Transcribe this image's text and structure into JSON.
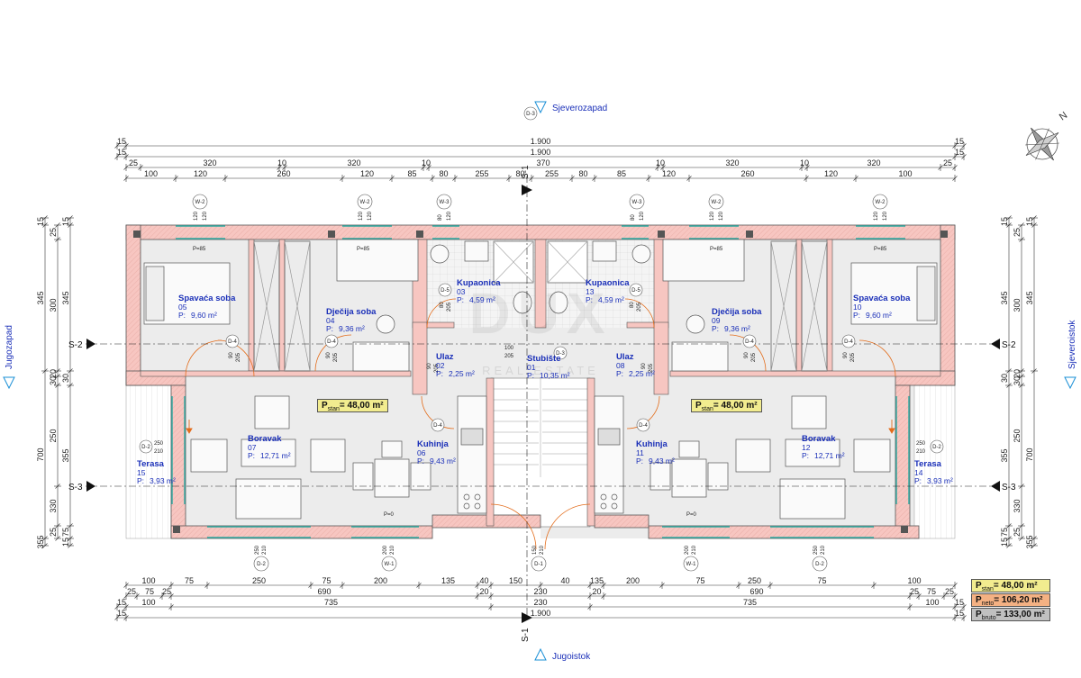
{
  "orientation": {
    "north_label": "Sjeverozapad",
    "south_label": "Jugoistok",
    "west_label": "Jugozapad",
    "east_label": "Sjeveroistok",
    "compass_letter": "N"
  },
  "axes": {
    "s1": "S-1",
    "s2": "S-2",
    "s3": "S-3"
  },
  "top_dimensions": {
    "row1": [
      "15",
      "1.900",
      "15"
    ],
    "row2": [
      "15",
      "1.900",
      "15"
    ],
    "row3": [
      "25",
      "320",
      "10",
      "320",
      "10",
      "370",
      "10",
      "320",
      "10",
      "320",
      "25"
    ],
    "row4": [
      "100",
      "120",
      "260",
      "120",
      "85",
      "80",
      "255",
      "80",
      "255",
      "80",
      "85",
      "120",
      "260",
      "120",
      "100"
    ]
  },
  "bottom_dimensions": {
    "row1": [
      "100",
      "75",
      "250",
      "75",
      "200",
      "135",
      "40",
      "150",
      "40",
      "135",
      "200",
      "75",
      "250",
      "75",
      "100"
    ],
    "row2": [
      "25",
      "75",
      "25",
      "690",
      "20",
      "230",
      "20",
      "690",
      "25",
      "75",
      "25"
    ],
    "row3": [
      "15",
      "100",
      "735",
      "230",
      "735",
      "100",
      "15"
    ],
    "row4": [
      "15",
      "1.900",
      "15"
    ]
  },
  "side_dimensions": {
    "left_outer": [
      "15",
      "345",
      "700",
      "355",
      "15"
    ],
    "left_mid": [
      "25",
      "300",
      "20",
      "30",
      "250",
      "330",
      "25"
    ],
    "left_inner": [
      "15",
      "345",
      "30",
      "355",
      "75",
      "15"
    ],
    "right_outer": [
      "15",
      "345",
      "700",
      "355",
      "15"
    ],
    "right_mid": [
      "25",
      "300",
      "20",
      "30",
      "250",
      "330",
      "25"
    ],
    "right_inner": [
      "15",
      "345",
      "30",
      "355",
      "75",
      "15"
    ]
  },
  "rooms": {
    "left": [
      {
        "name": "Spavaća soba",
        "num": "05",
        "area": "9,60 m²",
        "plabel": "P:"
      },
      {
        "name": "Dječija soba",
        "num": "04",
        "area": "9,36 m²",
        "plabel": "P:"
      },
      {
        "name": "Kupaonica",
        "num": "03",
        "area": "4,59 m²",
        "plabel": "P:"
      },
      {
        "name": "Ulaz",
        "num": "02",
        "area": "2,25 m²",
        "plabel": "P:"
      },
      {
        "name": "Boravak",
        "num": "07",
        "area": "12,71 m²",
        "plabel": "P:"
      },
      {
        "name": "Kuhinja",
        "num": "06",
        "area": "9,43 m²",
        "plabel": "P:"
      },
      {
        "name": "Terasa",
        "num": "15",
        "area": "3,93 m²",
        "plabel": "P:"
      }
    ],
    "right": [
      {
        "name": "Kupaonica",
        "num": "13",
        "area": "4,59 m²",
        "plabel": "P:"
      },
      {
        "name": "Dječija soba",
        "num": "09",
        "area": "9,36 m²",
        "plabel": "P:"
      },
      {
        "name": "Spavaća soba",
        "num": "10",
        "area": "9,60 m²",
        "plabel": "P:"
      },
      {
        "name": "Ulaz",
        "num": "08",
        "area": "2,25 m²",
        "plabel": "P:"
      },
      {
        "name": "Kuhinja",
        "num": "11",
        "area": "9,43 m²",
        "plabel": "P:"
      },
      {
        "name": "Boravak",
        "num": "12",
        "area": "12,71 m²",
        "plabel": "P:"
      },
      {
        "name": "Terasa",
        "num": "14",
        "area": "3,93 m²",
        "plabel": "P:"
      }
    ],
    "stair": {
      "name": "Stubište",
      "num": "01",
      "area": "10,35 m²",
      "plabel": "P:"
    }
  },
  "unit_area_label": {
    "left": {
      "p": "P",
      "sub": "stan",
      "value": "= 48,00 m²"
    },
    "right": {
      "p": "P",
      "sub": "stan",
      "value": "= 48,00 m²"
    }
  },
  "summary": {
    "stan": {
      "p": "P",
      "sub": "stan",
      "value": "= 48,00 m²",
      "color": "#f2ec8f"
    },
    "neto": {
      "p": "P",
      "sub": "neto",
      "value": "= 106,20 m²",
      "color": "#f4b183"
    },
    "bruto": {
      "p": "P",
      "sub": "bruto",
      "value": "= 133,00 m²",
      "color": "#c0c0c0"
    }
  },
  "window_tags": {
    "w2": "W-2",
    "w3": "W-3",
    "w1": "W-1",
    "d1": "D-1",
    "d2": "D-2",
    "d3": "D-3",
    "d4": "D-4",
    "d5": "D-5",
    "sill_top_w2": "120",
    "sill_top_w3": "80",
    "sill_85": "P=85",
    "sill_0": "P=0",
    "d4_w": "90",
    "d4_h": "205",
    "d5_w": "80",
    "d5_h": "205",
    "d3_w": "100",
    "d3_h": "205",
    "d2_w": "250",
    "d2_h": "210",
    "w1_w": "200",
    "w1_h": "210",
    "d1_w": "150",
    "d1_h": "210"
  },
  "watermark": {
    "main": "DUX",
    "sub": "REAL ESTATE"
  },
  "colors": {
    "wall_fill": "#f7c6c1",
    "wall_stroke": "#555555",
    "floor_fill": "#ececec",
    "glazing": "#2aa8a0",
    "dim_line": "#333333",
    "room_text": "#1a2fb8",
    "door_swing": "#e36c1b",
    "compass_fill": "#555555"
  }
}
